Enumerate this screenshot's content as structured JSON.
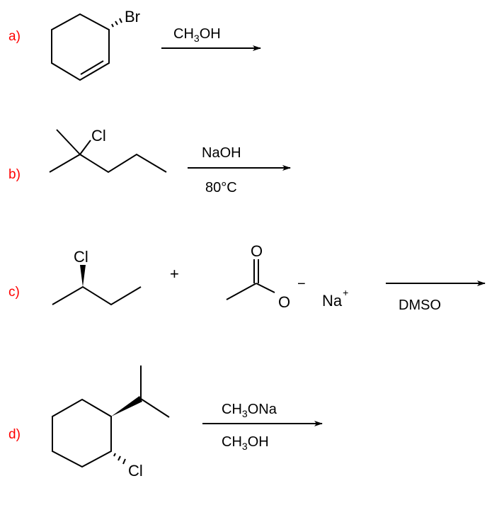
{
  "reactions": [
    {
      "label": "a)",
      "substituent": "Br",
      "reagent_above": {
        "a": "CH",
        "sub": "3",
        "b": "OH"
      }
    },
    {
      "label": "b)",
      "substituent": "Cl",
      "reagent_above": "NaOH",
      "reagent_below": "80°C"
    },
    {
      "label": "c)",
      "substituent": "Cl",
      "plus": "+",
      "carbonyl_o": "O",
      "anion_o": "O",
      "charge": "−",
      "cation": "Na",
      "cation_charge": "+",
      "solvent": "DMSO"
    },
    {
      "label": "d)",
      "substituent": "Cl",
      "reagent_above": {
        "a": "CH",
        "sub": "3",
        "b": "ONa"
      },
      "reagent_below": {
        "a": "CH",
        "sub": "3",
        "b": "OH"
      }
    }
  ],
  "colors": {
    "label": "#ff0000",
    "structure": "#000000"
  }
}
